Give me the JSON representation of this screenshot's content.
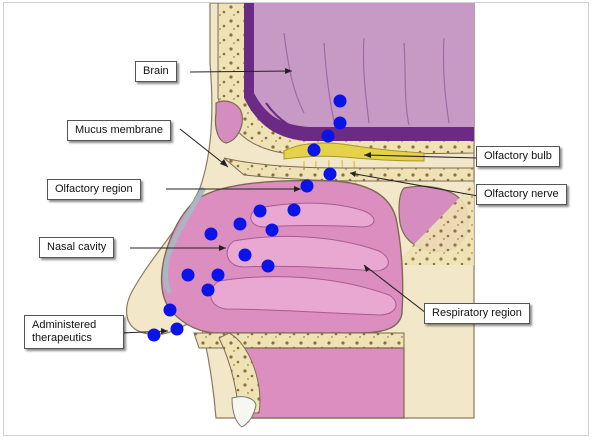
{
  "labels": {
    "brain": "Brain",
    "mucus_membrane": "Mucus membrane",
    "olfactory_region": "Olfactory region",
    "nasal_cavity": "Nasal cavity",
    "administered_line1": "Administered",
    "administered_line2": "therapeutics",
    "olfactory_bulb": "Olfactory bulb",
    "olfactory_nerve": "Olfactory nerve",
    "respiratory_region": "Respiratory region"
  },
  "colors": {
    "brain": "#c79ac6",
    "brain_border": "#6b2a83",
    "bone": "#efe2b4",
    "bone_outline": "#7a6a52",
    "skin": "#f2e7c9",
    "nasal_mucosa": "#dd8ec0",
    "nasal_mucosa_dark": "#c86aa8",
    "olfactory_bulb": "#e6d24a",
    "dots": "#0a14e8"
  }
}
